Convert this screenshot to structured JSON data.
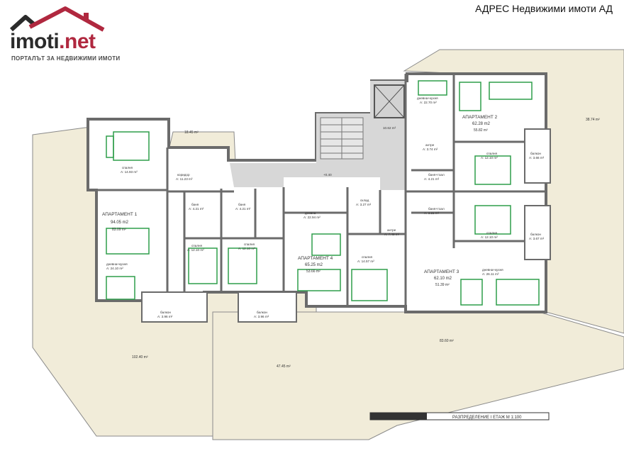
{
  "brand": {
    "logo_main": "imoti",
    "logo_tld": ".net",
    "logo_tagline": "ПОРТАЛЪТ ЗА НЕДВИЖИМИ ИМОТИ"
  },
  "agency": "АДРЕС Недвижими имоти АД",
  "floor_plan": {
    "title": "РАЗПРЕДЕЛЕНИЕ I ЕТАЖ М 1:100",
    "colors": {
      "terrace": "#f1ecd9",
      "wall": "#6b6b6b",
      "furniture": "#2e9d4a",
      "corridor": "#d7d7d7"
    },
    "terrace_areas": [
      "18.45 m²",
      "38.74 m²",
      "102.40 m²",
      "47.45 m²",
      "83.60 m²"
    ],
    "apartments": [
      {
        "name": "АПАРТАМЕНТ 1",
        "area": "94.05 m2",
        "net_area": "83.09 m²"
      },
      {
        "name": "АПАРТАМЕНТ 2",
        "area": "62.28 m2",
        "net_area": "55.82 m²"
      },
      {
        "name": "АПАРТАМЕНТ 3",
        "area": "62.10 m2",
        "net_area": "51.39 m²"
      },
      {
        "name": "АПАРТАМЕНТ 4",
        "area": "65.25 m2",
        "net_area": "53.66 m²"
      }
    ],
    "rooms": [
      {
        "name": "спалня",
        "area": "A: 14.93 m²"
      },
      {
        "name": "коридор",
        "area": "A: 11.23 m²"
      },
      {
        "name": "дневна+кухня",
        "area": "A: 24.10 m²"
      },
      {
        "name": "баня",
        "area": "A: 4.21 m²"
      },
      {
        "name": "баня",
        "area": "A: 4.21 m²"
      },
      {
        "name": "спалня",
        "area": "A: 12.10 m²"
      },
      {
        "name": "спалня",
        "area": "A: 12.10 m²"
      },
      {
        "name": "балкон",
        "area": "A: 3.96 m²"
      },
      {
        "name": "балкон",
        "area": "A: 3.96 m²"
      },
      {
        "name": "дневна+кухня",
        "area": "A: 22.70 m²"
      },
      {
        "name": "антре",
        "area": "A: 3.74 m²"
      },
      {
        "name": "баня+тоал",
        "area": "A: 4.21 m²"
      },
      {
        "name": "спалня",
        "area": "A: 12.10 m²"
      },
      {
        "name": "баня+тоал",
        "area": "A: 3.21 m²"
      },
      {
        "name": "спалня",
        "area": "A: 12.10 m²"
      },
      {
        "name": "балкон",
        "area": "A: 3.66 m²"
      },
      {
        "name": "балкон",
        "area": "A: 3.67 m²"
      },
      {
        "name": "дневна+кухня",
        "area": "A: 26.11 m²"
      },
      {
        "name": "дневна",
        "area": "A: 22.94 m²"
      },
      {
        "name": "склад",
        "area": "A: 3.27 m²"
      },
      {
        "name": "антре",
        "area": "A: 7.49 m²"
      },
      {
        "name": "спалня",
        "area": "A: 14.57 m²"
      }
    ],
    "elevator_area": "10.62 m²",
    "corridor_level": "+0.40"
  }
}
